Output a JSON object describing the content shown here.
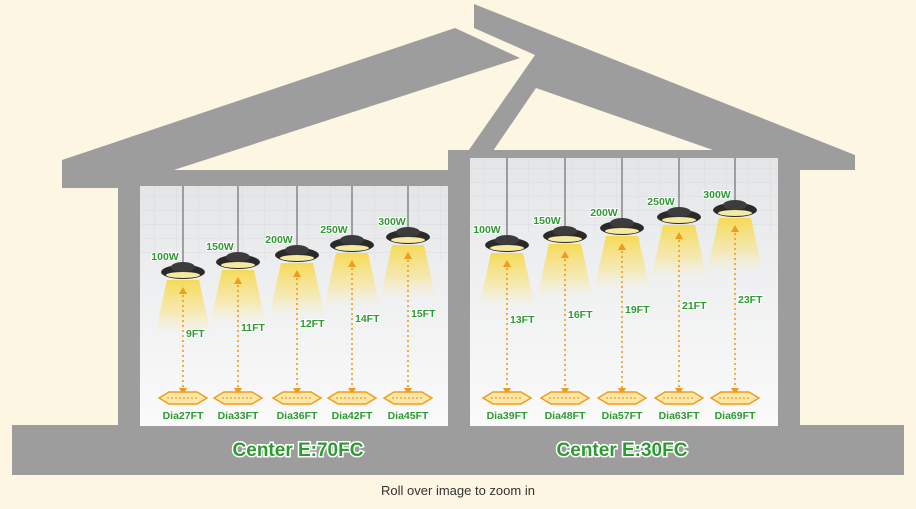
{
  "caption": "Roll over image to zoom in",
  "colors": {
    "background": "#fdf6e3",
    "building": "#9d9d9d",
    "label_green": "#2f9a33",
    "arrow_orange": "#f29a1a",
    "light_cone": "#f5d65a"
  },
  "sections": [
    {
      "center_label": "Center E:70FC",
      "fixtures": [
        {
          "watt": "100W",
          "height": "9FT",
          "diameter": "Dia27FT"
        },
        {
          "watt": "150W",
          "height": "11FT",
          "diameter": "Dia33FT"
        },
        {
          "watt": "200W",
          "height": "12FT",
          "diameter": "Dia36FT"
        },
        {
          "watt": "250W",
          "height": "14FT",
          "diameter": "Dia42FT"
        },
        {
          "watt": "300W",
          "height": "15FT",
          "diameter": "Dia45FT"
        }
      ]
    },
    {
      "center_label": "Center E:30FC",
      "fixtures": [
        {
          "watt": "100W",
          "height": "13FT",
          "diameter": "Dia39FT"
        },
        {
          "watt": "150W",
          "height": "16FT",
          "diameter": "Dia48FT"
        },
        {
          "watt": "200W",
          "height": "19FT",
          "diameter": "Dia57FT"
        },
        {
          "watt": "250W",
          "height": "21FT",
          "diameter": "Dia63FT"
        },
        {
          "watt": "300W",
          "height": "23FT",
          "diameter": "Dia69FT"
        }
      ]
    }
  ]
}
